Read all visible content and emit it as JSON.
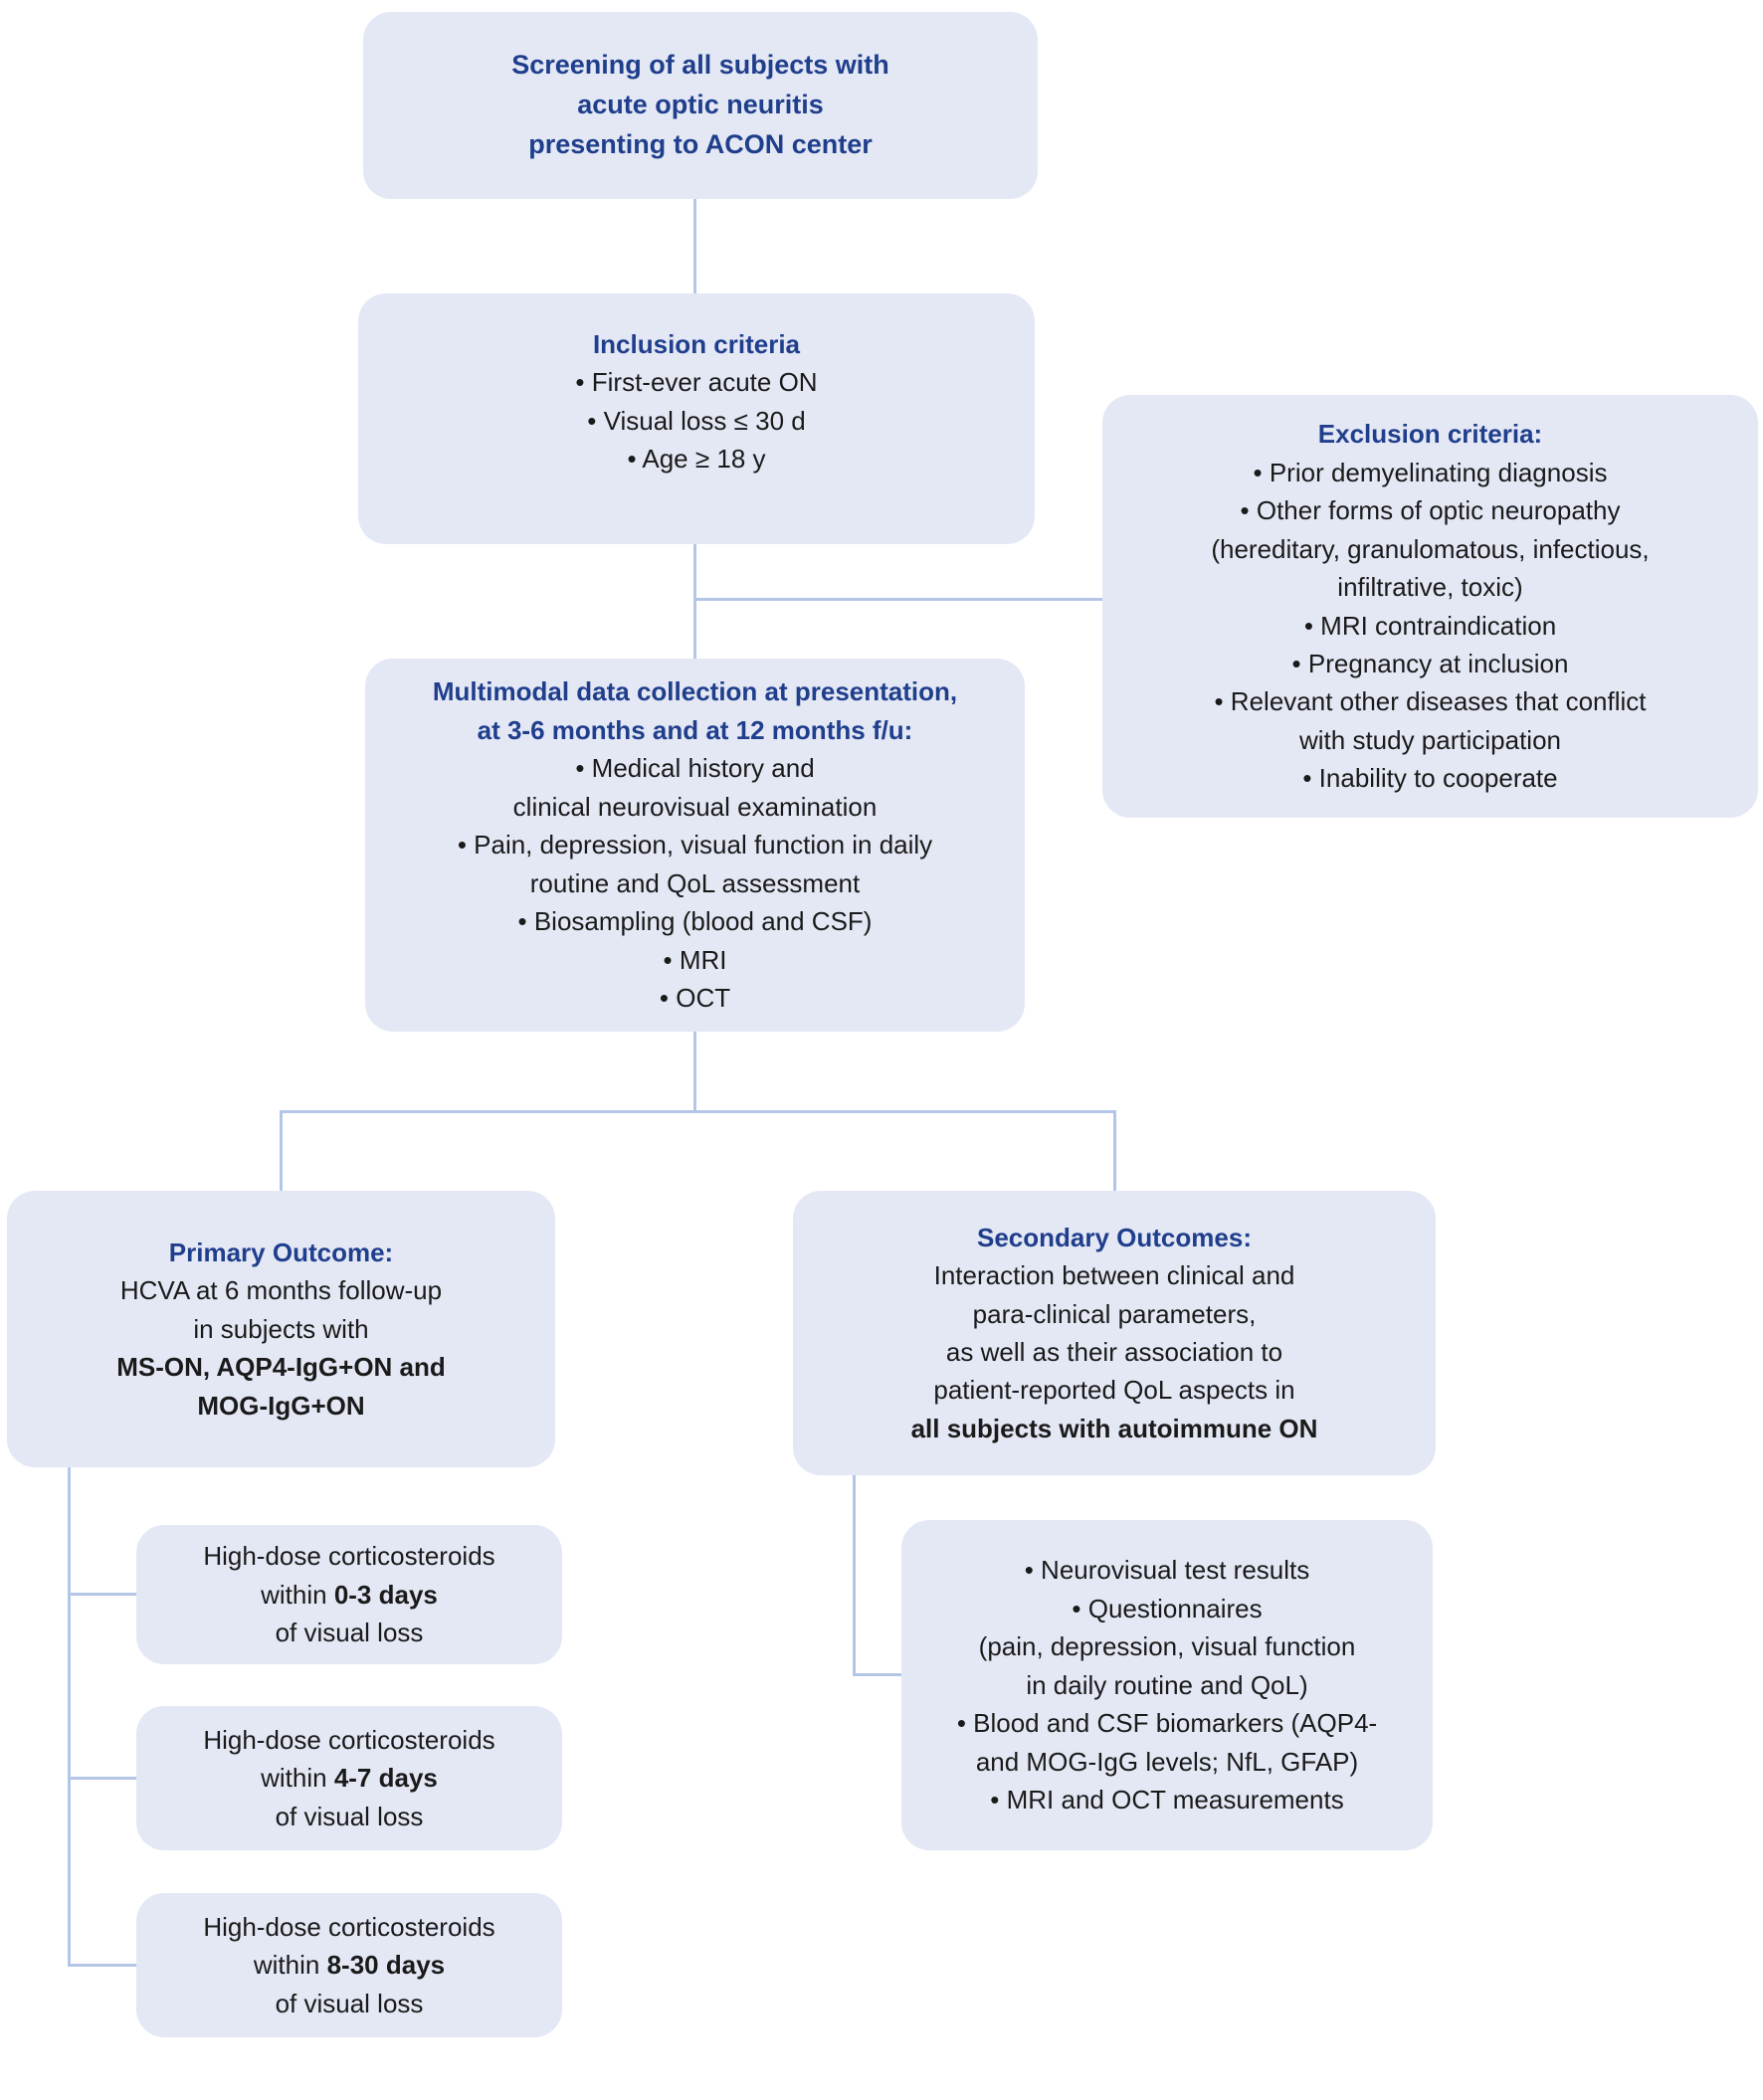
{
  "colors": {
    "box_fill": "#E4E8F5",
    "title_text": "#1F3E8C",
    "body_text": "#1A1A1A",
    "connector": "#B4C6E7",
    "background": "#FFFFFF"
  },
  "flowchart": {
    "screening": {
      "lines": [
        "Screening of all subjects with",
        "acute optic neuritis",
        "presenting to ACON center"
      ]
    },
    "inclusion": {
      "title": "Inclusion criteria",
      "lines": [
        "• First-ever acute ON",
        "• Visual loss ≤ 30 d",
        "• Age ≥ 18 y"
      ]
    },
    "exclusion": {
      "title": "Exclusion criteria:",
      "lines": [
        "• Prior demyelinating diagnosis",
        "• Other forms of optic neuropathy",
        "(hereditary, granulomatous, infectious,",
        "infiltrative, toxic)",
        "• MRI contraindication",
        "• Pregnancy at inclusion",
        "• Relevant other diseases that conflict",
        "with study participation",
        "• Inability to cooperate"
      ]
    },
    "data_collection": {
      "title_lines": [
        "Multimodal data collection at presentation,",
        "at 3-6 months and at 12 months f/u:"
      ],
      "lines": [
        "• Medical history and",
        "clinical neurovisual examination",
        "• Pain, depression, visual function in daily",
        "routine and QoL assessment",
        "• Biosampling (blood and CSF)",
        "• MRI",
        "• OCT"
      ]
    },
    "primary_outcome": {
      "title": "Primary Outcome:",
      "lines": [
        "HCVA at 6 months follow-up",
        "in subjects with"
      ],
      "bold_lines": [
        "MS-ON, AQP4-IgG+ON and",
        "MOG-IgG+ON"
      ]
    },
    "secondary_outcomes": {
      "title": "Secondary Outcomes:",
      "lines": [
        "Interaction between clinical and",
        "para-clinical parameters,",
        "as well as their association to",
        "patient-reported QoL aspects in"
      ],
      "bold_line": "all subjects with autoimmune ON"
    },
    "steroid_boxes": [
      {
        "line1": "High-dose corticosteroids",
        "within": "within",
        "days": "0-3 days",
        "line3": "of visual loss"
      },
      {
        "line1": "High-dose corticosteroids",
        "within": "within",
        "days": "4-7 days",
        "line3": "of visual loss"
      },
      {
        "line1": "High-dose corticosteroids",
        "within": "within",
        "days": "8-30 days",
        "line3": "of visual loss"
      }
    ],
    "secondary_measures": {
      "lines": [
        "• Neurovisual test results",
        "• Questionnaires",
        "(pain, depression, visual function",
        "in daily routine and QoL)",
        "• Blood and CSF biomarkers (AQP4-",
        "and MOG-IgG levels; NfL, GFAP)",
        "• MRI and OCT measurements"
      ]
    }
  }
}
